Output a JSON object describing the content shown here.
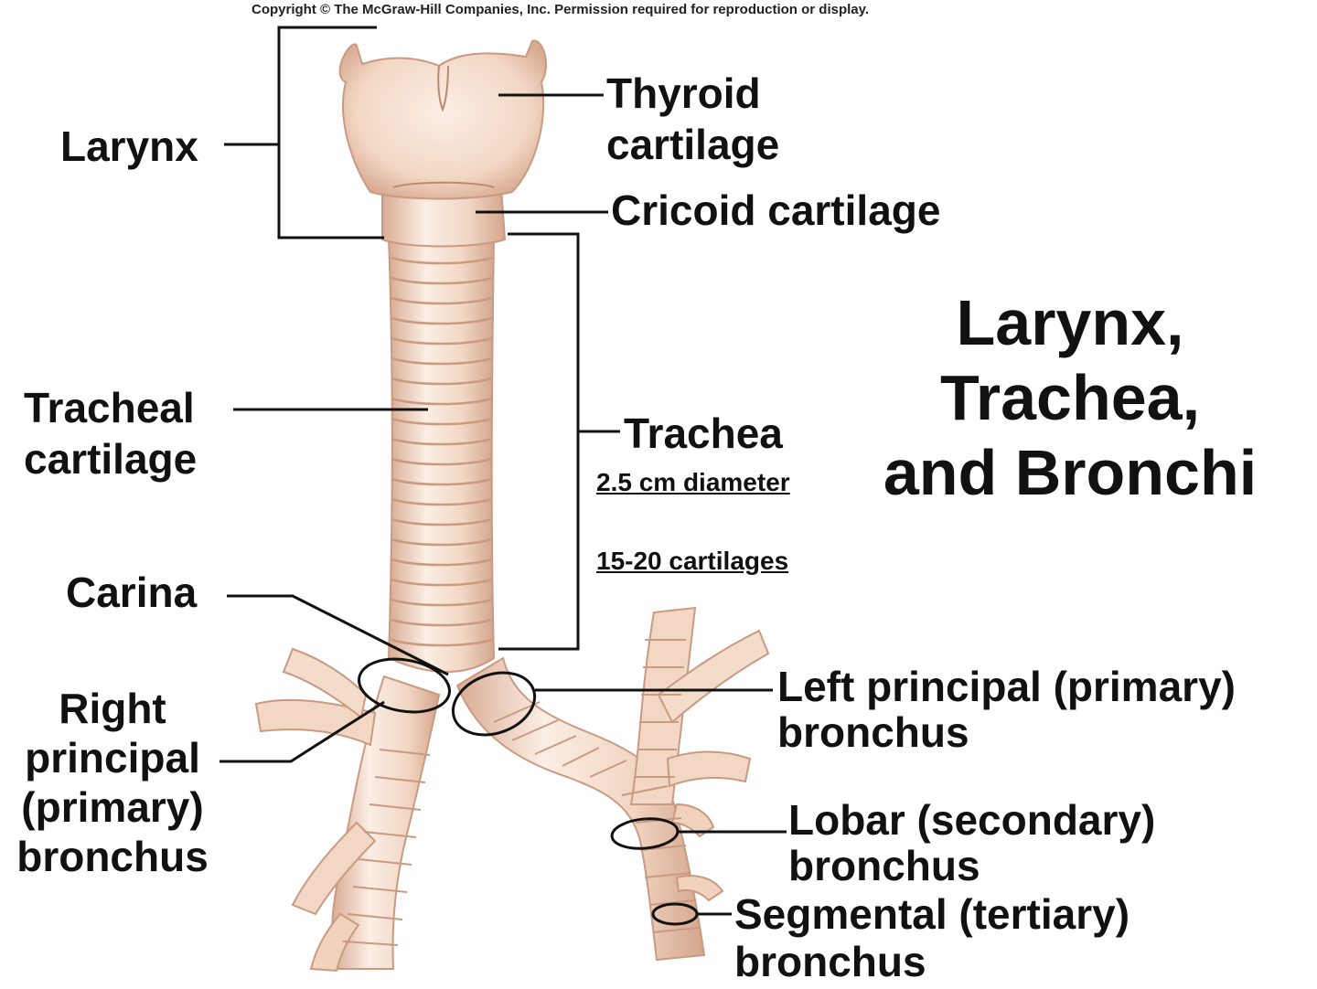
{
  "copyright": "Copyright © The McGraw-Hill Companies, Inc. Permission required for reproduction or display.",
  "title": [
    "Larynx,",
    "Trachea,",
    "and Bronchi"
  ],
  "labels": {
    "larynx": [
      "Larynx"
    ],
    "thyroid": [
      "Thyroid",
      "cartilage"
    ],
    "cricoid": [
      "Cricoid cartilage"
    ],
    "tracheal_cartilage": [
      "Tracheal",
      "cartilage"
    ],
    "trachea": [
      "Trachea"
    ],
    "diameter": "2.5 cm diameter",
    "cartilages": "15-20 cartilages",
    "carina": [
      "Carina"
    ],
    "right_principal": [
      "Right",
      "principal",
      "(primary)",
      "bronchus"
    ],
    "left_principal": [
      "Left principal (primary)",
      "bronchus"
    ],
    "lobar": [
      "Lobar (secondary)",
      "bronchus"
    ],
    "segmental": [
      "Segmental (tertiary)",
      "bronchus"
    ]
  },
  "colors": {
    "tissue": "#f2d7c4",
    "tissue_shadow": "#d9ab93",
    "tissue_light": "#fbeee4",
    "ink": "#111111"
  }
}
